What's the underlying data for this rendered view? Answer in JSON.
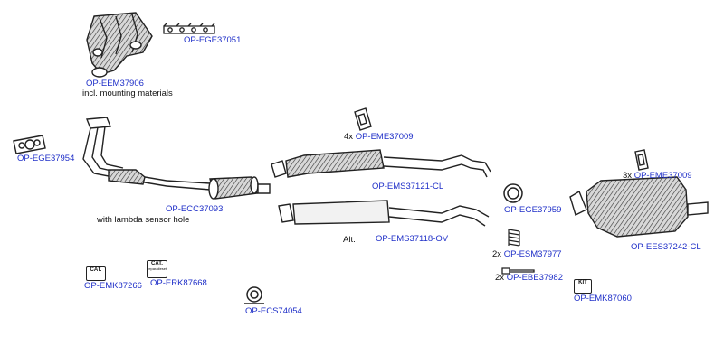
{
  "parts": {
    "egeGasket": "OP-EGE37051",
    "manifold": "OP-EEM37906",
    "manifoldNote": "incl. mounting materials",
    "frontGasket": "OP-EGE37954",
    "frontPipeCat": "OP-ECC37093",
    "frontPipeNote": "with lambda sensor hole",
    "hanger1": {
      "qty": "4x",
      "code": "OP-EME37009"
    },
    "centerMuffler": "OP-EMS37121-CL",
    "altPrefix": "Alt.",
    "altMuffler": "OP-EMS37118-OV",
    "rearGasket": "OP-EGE37959",
    "hanger2": {
      "qty": "3x",
      "code": "OP-EME37009"
    },
    "rearMuffler": "OP-EES37242-CL",
    "spring": {
      "qty": "2x",
      "code": "OP-ESM37977"
    },
    "bolt": {
      "qty": "2x",
      "code": "OP-EBE37982"
    },
    "kit1": "OP-EMK87266",
    "kit1Badge": "CAT.",
    "cat2": "OP-ERK87668",
    "cat2Badge": "CAT.",
    "cat2BadgeSub": "reparatieset",
    "clamp": "OP-ECS74054",
    "kit2": "OP-EMK87060",
    "kit2Badge": "KIT"
  },
  "colors": {
    "code": "#1f2fc8",
    "text": "#111111",
    "line": "#222222"
  }
}
